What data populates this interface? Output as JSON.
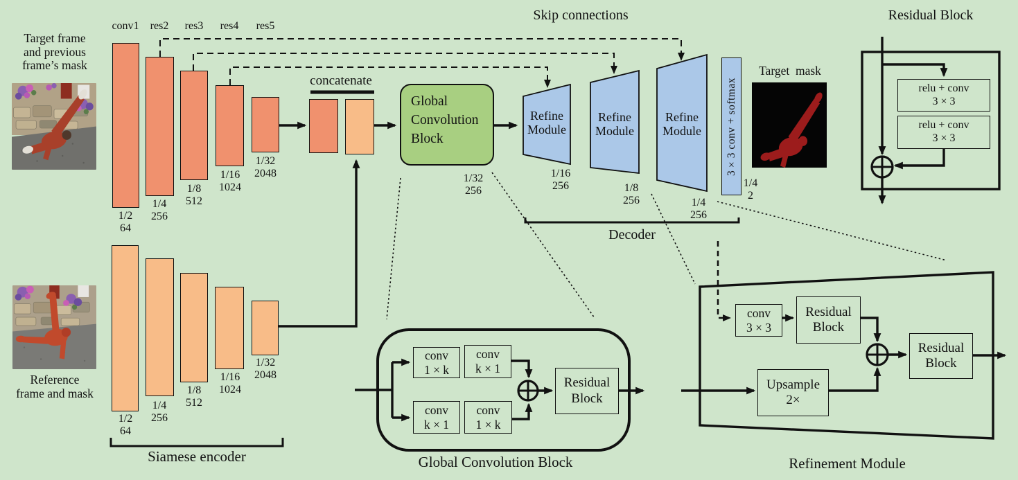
{
  "colors": {
    "background": "#cfe5cb",
    "encoder_top_bar": "#f0916e",
    "encoder_bottom_bar": "#f8bc88",
    "gcb_green": "#a8cf81",
    "refine_blue": "#abc8e8",
    "mask_red": "#9c1c1c",
    "line": "#111111"
  },
  "skip_title": "Skip connections",
  "encoder_top": {
    "caption": [
      "Target frame",
      "and previous",
      "frame’s mask"
    ],
    "stages": [
      "conv1",
      "res2",
      "res3",
      "res4",
      "res5"
    ],
    "dims": [
      [
        "1/2",
        "64"
      ],
      [
        "1/4",
        "256"
      ],
      [
        "1/8",
        "512"
      ],
      [
        "1/16",
        "1024"
      ],
      [
        "1/32",
        "2048"
      ]
    ]
  },
  "encoder_bottom": {
    "caption": [
      "Reference",
      "frame and mask"
    ],
    "dims": [
      [
        "1/2",
        "64"
      ],
      [
        "1/4",
        "256"
      ],
      [
        "1/8",
        "512"
      ],
      [
        "1/16",
        "1024"
      ],
      [
        "1/32",
        "2048"
      ]
    ],
    "bracket_label": "Siamese encoder"
  },
  "concatenate_label": "concatenate",
  "gcb": {
    "lines": [
      "Global",
      "Convolution",
      "Block"
    ],
    "dims": [
      "1/32",
      "256"
    ]
  },
  "decoder": {
    "refine_label": [
      "Refine",
      "Module"
    ],
    "module_dims": [
      [
        "1/16",
        "256"
      ],
      [
        "1/8",
        "256"
      ],
      [
        "1/4",
        "256"
      ]
    ],
    "softmax_label": "3×3 conv + softmax",
    "softmax_dims": [
      "1/4",
      "2"
    ],
    "bracket_label": "Decoder"
  },
  "target_mask_label": "Target  mask",
  "residual_detail": {
    "title": "Residual Block",
    "box1": [
      "relu + conv",
      "3 × 3"
    ],
    "box2": [
      "relu + conv",
      "3 × 3"
    ]
  },
  "gcb_detail": {
    "caption": "Global Convolution Block",
    "b1": [
      "conv",
      "1 × k"
    ],
    "b2": [
      "conv",
      "k × 1"
    ],
    "b3": [
      "conv",
      "k × 1"
    ],
    "b4": [
      "conv",
      "1 × k"
    ],
    "rb": [
      "Residual",
      "Block"
    ]
  },
  "refine_detail": {
    "caption": "Refinement Module",
    "conv": [
      "conv",
      "3 × 3"
    ],
    "rb1": [
      "Residual",
      "Block"
    ],
    "upsample": [
      "Upsample",
      "2×"
    ],
    "rb2": [
      "Residual",
      "Block"
    ]
  }
}
